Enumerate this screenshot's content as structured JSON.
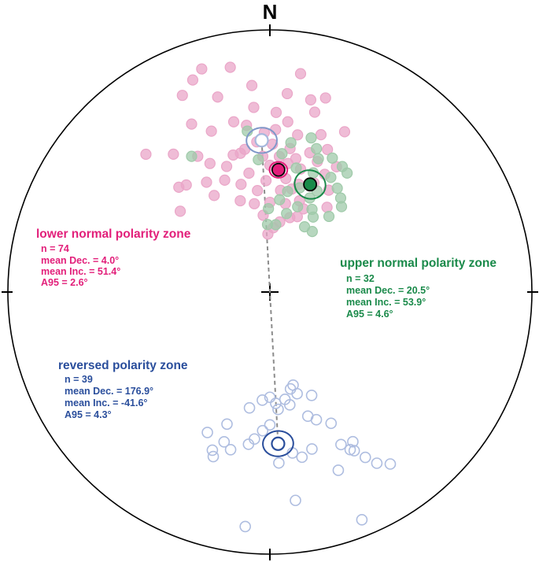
{
  "north_label": "N",
  "colors": {
    "lower_normal": "#e21f7a",
    "upper_normal": "#1a8a4a",
    "reversed": "#2a4e9c",
    "lower_normal_points": "#eaa6c8",
    "upper_normal_points": "#9fcaa9",
    "reversed_points": "#aebde0",
    "great_circle_link": "#8c8c8c"
  },
  "zones": [
    {
      "key": "lower_normal",
      "title": "lower normal polarity zone",
      "n": "n = 74",
      "dec": "mean Dec. = 4.0°",
      "inc": "mean Inc. = 51.4°",
      "a95": "A95 = 2.6°"
    },
    {
      "key": "upper_normal",
      "title": "upper normal polarity zone",
      "n": "n = 32",
      "dec": "mean Dec. = 20.5°",
      "inc": "mean Inc. = 53.9°",
      "a95": "A95 = 4.6°"
    },
    {
      "key": "reversed",
      "title": "reversed polarity zone",
      "n": "n = 39",
      "dec": "mean Dec. = 176.9°",
      "inc": "mean Inc. = -41.6°",
      "a95": "A95 = 4.3°"
    }
  ],
  "chart_data": {
    "type": "scatter",
    "projection": "equal-area stereonet",
    "north_label": "N",
    "series": [
      {
        "name": "lower normal polarity zone",
        "hemisphere": "lower",
        "mean": {
          "dec": 4.0,
          "inc": 51.4,
          "a95": 2.6
        },
        "points": [
          [
            343,
            12
          ],
          [
            340,
            15
          ],
          [
            336,
            19
          ],
          [
            350,
            14
          ],
          [
            355,
            22
          ],
          [
            8,
            17
          ],
          [
            16,
            24
          ],
          [
            5,
            25
          ],
          [
            12,
            26
          ],
          [
            345,
            24
          ],
          [
            355,
            30
          ],
          [
            2,
            32
          ],
          [
            318,
            30
          ],
          [
            325,
            36
          ],
          [
            319,
            46
          ],
          [
            312,
            52
          ],
          [
            322,
            47
          ],
          [
            332,
            41
          ],
          [
            335,
            45
          ],
          [
            341,
            48
          ],
          [
            348,
            45
          ],
          [
            350,
            44
          ],
          [
            357,
            47
          ],
          [
            355,
            42
          ],
          [
            1,
            43
          ],
          [
            4,
            47
          ],
          [
            8,
            49
          ],
          [
            11,
            47
          ],
          [
            14,
            50
          ],
          [
            16,
            44
          ],
          [
            18,
            37
          ],
          [
            22,
            41
          ],
          [
            6,
            35
          ],
          [
            10,
            39
          ],
          [
            2,
            38
          ],
          [
            358,
            39
          ],
          [
            352,
            36
          ],
          [
            348,
            34
          ],
          [
            340,
            35
          ],
          [
            335,
            30
          ],
          [
            330,
            55
          ],
          [
            345,
            55
          ],
          [
            350,
            52
          ],
          [
            353,
            58
          ],
          [
            358,
            55
          ],
          [
            0,
            50
          ],
          [
            8,
            54
          ],
          [
            12,
            57
          ],
          [
            15,
            55
          ],
          [
            18,
            60
          ],
          [
            22,
            62
          ],
          [
            22,
            53
          ],
          [
            25,
            49
          ],
          [
            30,
            53
          ],
          [
            34,
            58
          ],
          [
            20,
            65
          ],
          [
            15,
            66
          ],
          [
            8,
            68
          ],
          [
            3,
            70
          ],
          [
            358,
            72
          ],
          [
            350,
            62
          ],
          [
            342,
            60
          ],
          [
            338,
            52
          ],
          [
            330,
            50
          ],
          [
            14,
            30
          ],
          [
            25,
            33
          ],
          [
            28,
            45
          ],
          [
            20,
            46
          ],
          [
            6,
            58
          ],
          [
            10,
            62
          ],
          [
            0,
            62
          ],
          [
            355,
            66
          ],
          [
            345,
            45
          ],
          [
            8,
            44
          ]
        ]
      },
      {
        "name": "upper normal polarity zone",
        "hemisphere": "lower",
        "mean": {
          "dec": 20.5,
          "inc": 53.9,
          "a95": 4.6
        },
        "points": [
          [
            352,
            38
          ],
          [
            330,
            40
          ],
          [
            355,
            48
          ],
          [
            18,
            42
          ],
          [
            25,
            43
          ],
          [
            30,
            44
          ],
          [
            33,
            45
          ],
          [
            28,
            49
          ],
          [
            33,
            51
          ],
          [
            37,
            53
          ],
          [
            40,
            55
          ],
          [
            38,
            60
          ],
          [
            30,
            63
          ],
          [
            35,
            67
          ],
          [
            28,
            67
          ],
          [
            18,
            62
          ],
          [
            12,
            65
          ],
          [
            5,
            69
          ],
          [
            358,
            69
          ],
          [
            359,
            64
          ],
          [
            5,
            46
          ],
          [
            12,
            50
          ],
          [
            20,
            50
          ],
          [
            25,
            55
          ],
          [
            16,
            56
          ],
          [
            10,
            58
          ],
          [
            23,
            58
          ],
          [
            27,
            61
          ],
          [
            20,
            45
          ],
          [
            6,
            61
          ],
          [
            8,
            42
          ],
          [
            15,
            39
          ]
        ]
      },
      {
        "name": "reversed polarity zone",
        "hemisphere": "upper",
        "mean": {
          "dec": 176.9,
          "inc": -41.6,
          "a95": 4.3
        },
        "points": [
          [
            184,
            56
          ],
          [
            180,
            57
          ],
          [
            177,
            55
          ],
          [
            172,
            56
          ],
          [
            168,
            59
          ],
          [
            165,
            57
          ],
          [
            160,
            47
          ],
          [
            163,
            49
          ],
          [
            158,
            55
          ],
          [
            170,
            54
          ],
          [
            176,
            53
          ],
          [
            190,
            53
          ],
          [
            198,
            46
          ],
          [
            197,
            40
          ],
          [
            194,
            38
          ],
          [
            200,
            36
          ],
          [
            199,
            34
          ],
          [
            204,
            41
          ],
          [
            188,
            41
          ],
          [
            183,
            46
          ],
          [
            186,
            43
          ],
          [
            180,
            48
          ],
          [
            172,
            38
          ],
          [
            169,
            36
          ],
          [
            177,
            35
          ],
          [
            165,
            38
          ],
          [
            159,
            28
          ],
          [
            155,
            44
          ],
          [
            151,
            35
          ],
          [
            152,
            32
          ],
          [
            150,
            28
          ],
          [
            148,
            24
          ],
          [
            153,
            33
          ],
          [
            145,
            21
          ],
          [
            155,
            36
          ],
          [
            186,
            11
          ],
          [
            158,
            7
          ],
          [
            173,
            21
          ],
          [
            166,
            60
          ]
        ]
      }
    ]
  }
}
